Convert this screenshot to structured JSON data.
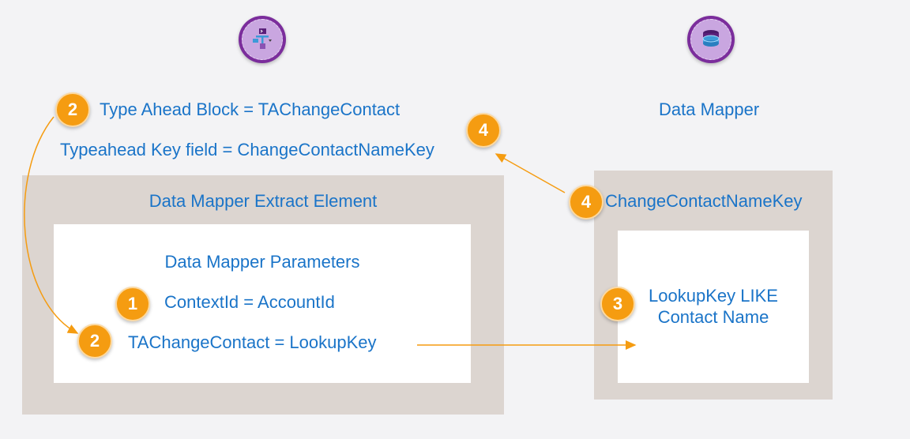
{
  "top_left": {
    "type_ahead_block": "Type Ahead Block = TAChangeContact",
    "typeahead_key_field": "Typeahead Key field = ChangeContactNameKey"
  },
  "top_right": {
    "title": "Data Mapper"
  },
  "left_panel": {
    "title": "Data Mapper Extract Element",
    "inner_title": "Data Mapper Parameters",
    "param_1": "ContextId = AccountId",
    "param_2": "TAChangeContact = LookupKey"
  },
  "right_panel": {
    "title": "ChangeContactNameKey",
    "condition_line_1": "LookupKey LIKE",
    "condition_line_2": "Contact Name"
  },
  "badges": {
    "b1": "1",
    "b2_top": "2",
    "b2_bottom": "2",
    "b3": "3",
    "b4_top": "4",
    "b4_right": "4"
  },
  "colors": {
    "text_blue": "#1a74c8",
    "badge_orange": "#f59c11",
    "panel_gray": "#dcd5d0",
    "icon_purple": "#7b2d9c"
  },
  "icons": {
    "left": "omniscript-icon",
    "right": "database-icon"
  }
}
